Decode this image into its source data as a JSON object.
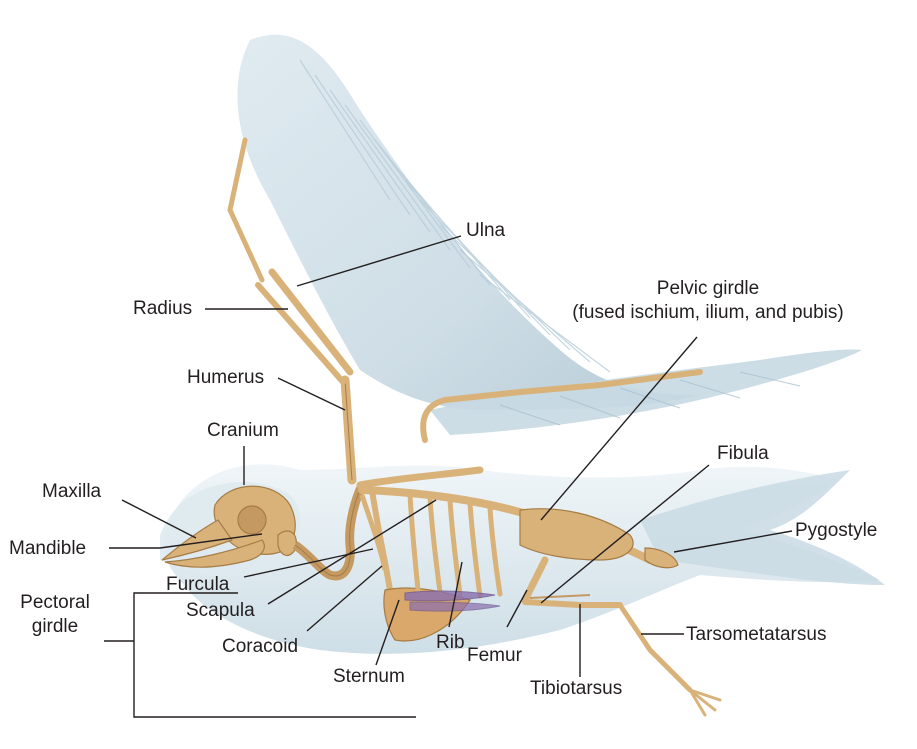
{
  "labels": {
    "ulna": "Ulna",
    "radius": "Radius",
    "pelvic_girdle": "Pelvic girdle",
    "pelvic_girdle_note": "(fused ischium, ilium, and pubis)",
    "humerus": "Humerus",
    "cranium": "Cranium",
    "fibula": "Fibula",
    "maxilla": "Maxilla",
    "pygostyle": "Pygostyle",
    "mandible": "Mandible",
    "furcula": "Furcula",
    "pectoral_girdle_line1": "Pectoral",
    "pectoral_girdle_line2": "girdle",
    "scapula": "Scapula",
    "tarsometatarsus": "Tarsometatarsus",
    "coracoid": "Coracoid",
    "rib": "Rib",
    "femur": "Femur",
    "sternum": "Sternum",
    "tibiotarsus": "Tibiotarsus"
  },
  "colors": {
    "bone": "#d9b27a",
    "bone_outline": "#a67c45",
    "body_silhouette": "#d5e3ea",
    "feather": "#e3edf2",
    "feather_shadow": "#b6ccd8",
    "organ": "#8a6fb0",
    "text": "#231f20"
  }
}
